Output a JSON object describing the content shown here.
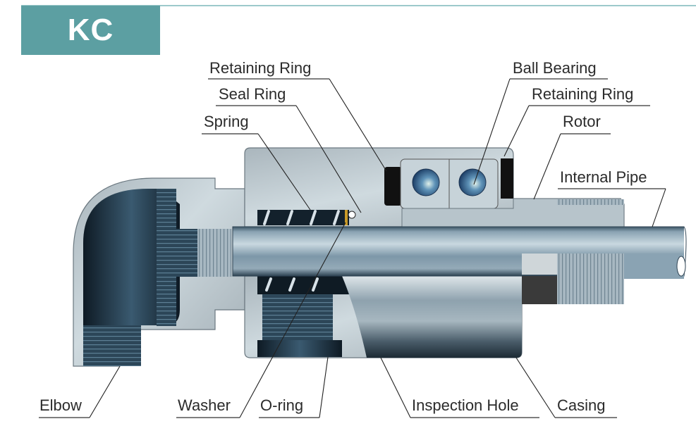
{
  "badge": {
    "label": "KC",
    "color": "#5c9fa2"
  },
  "diagram": {
    "title": "Rotary joint cross-section",
    "labels": {
      "retaining_ring_left": "Retaining Ring",
      "seal_ring": "Seal Ring",
      "spring": "Spring",
      "ball_bearing": "Ball Bearing",
      "retaining_ring_right": "Retaining Ring",
      "rotor": "Rotor",
      "internal_pipe": "Internal Pipe",
      "elbow": "Elbow",
      "washer": "Washer",
      "o_ring": "O-ring",
      "inspection_hole": "Inspection Hole",
      "casing": "Casing"
    }
  }
}
